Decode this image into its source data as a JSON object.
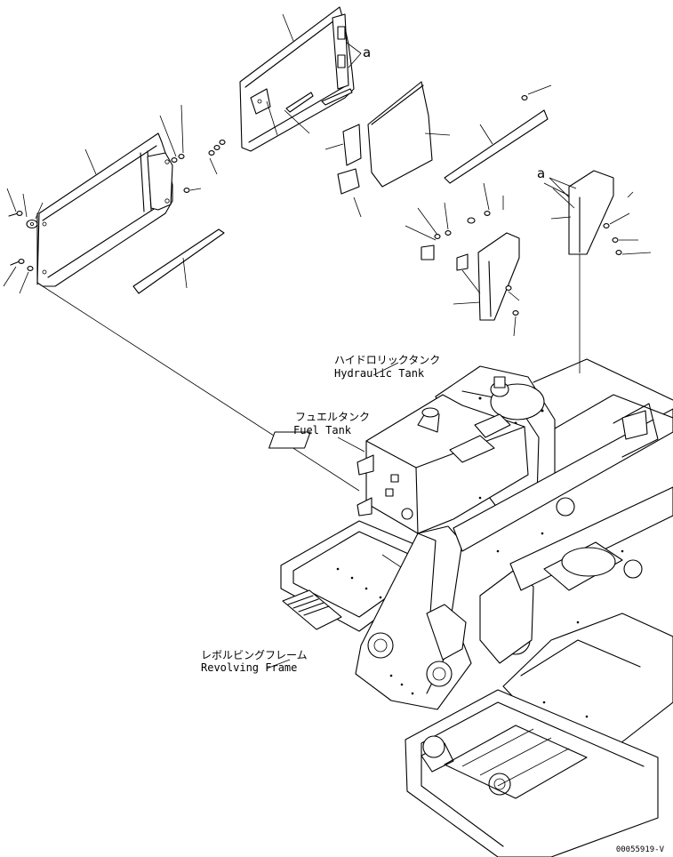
{
  "labels": {
    "hydraulic_tank_jp": "ハイドロリックタンク",
    "hydraulic_tank_en": "Hydraulic Tank",
    "fuel_tank_jp": "フュエルタンク",
    "fuel_tank_en": "Fuel Tank",
    "revolving_frame_jp": "レボルビングフレーム",
    "revolving_frame_en": "Revolving Frame"
  },
  "callouts": {
    "ref_a_1": "a",
    "ref_a_2": "a"
  },
  "drawing_code": "00055919-V"
}
